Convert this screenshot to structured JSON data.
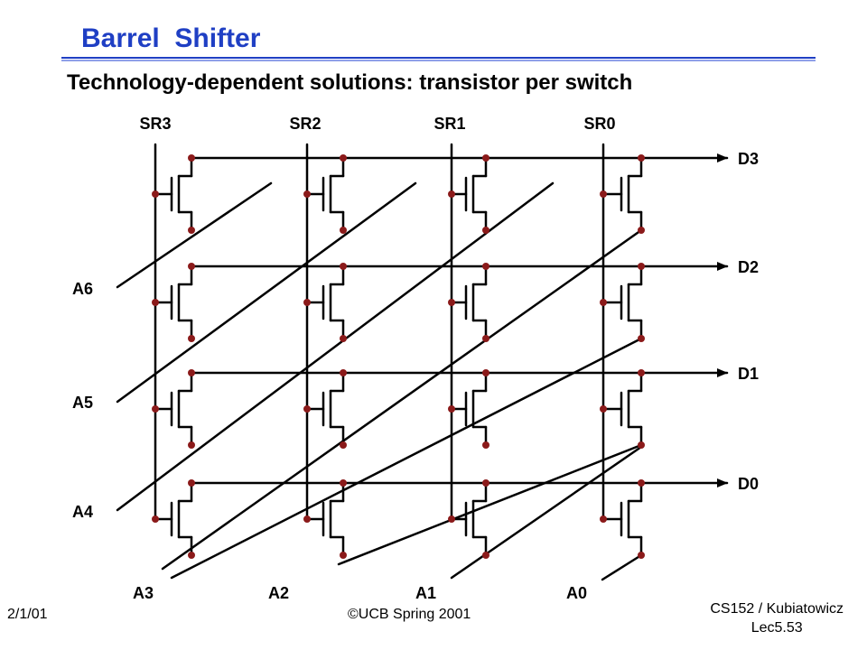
{
  "title": "Barrel  Shifter",
  "subtitle": "Technology-dependent solutions: transistor per switch",
  "control_labels": [
    "SR3",
    "SR2",
    "SR1",
    "SR0"
  ],
  "output_labels": [
    "D3",
    "D2",
    "D1",
    "D0"
  ],
  "input_labels_left": [
    "A6",
    "A5",
    "A4"
  ],
  "input_labels_bottom": [
    "A3",
    "A2",
    "A1",
    "A0"
  ],
  "footer": {
    "date": "2/1/01",
    "copyright": "©UCB Spring 2001",
    "course": "CS152 / Kubiatowicz",
    "lecture": "Lec5.53"
  },
  "colors": {
    "title": "#1f3fc4",
    "dot": "#8b1a1a",
    "wire": "#000000"
  }
}
